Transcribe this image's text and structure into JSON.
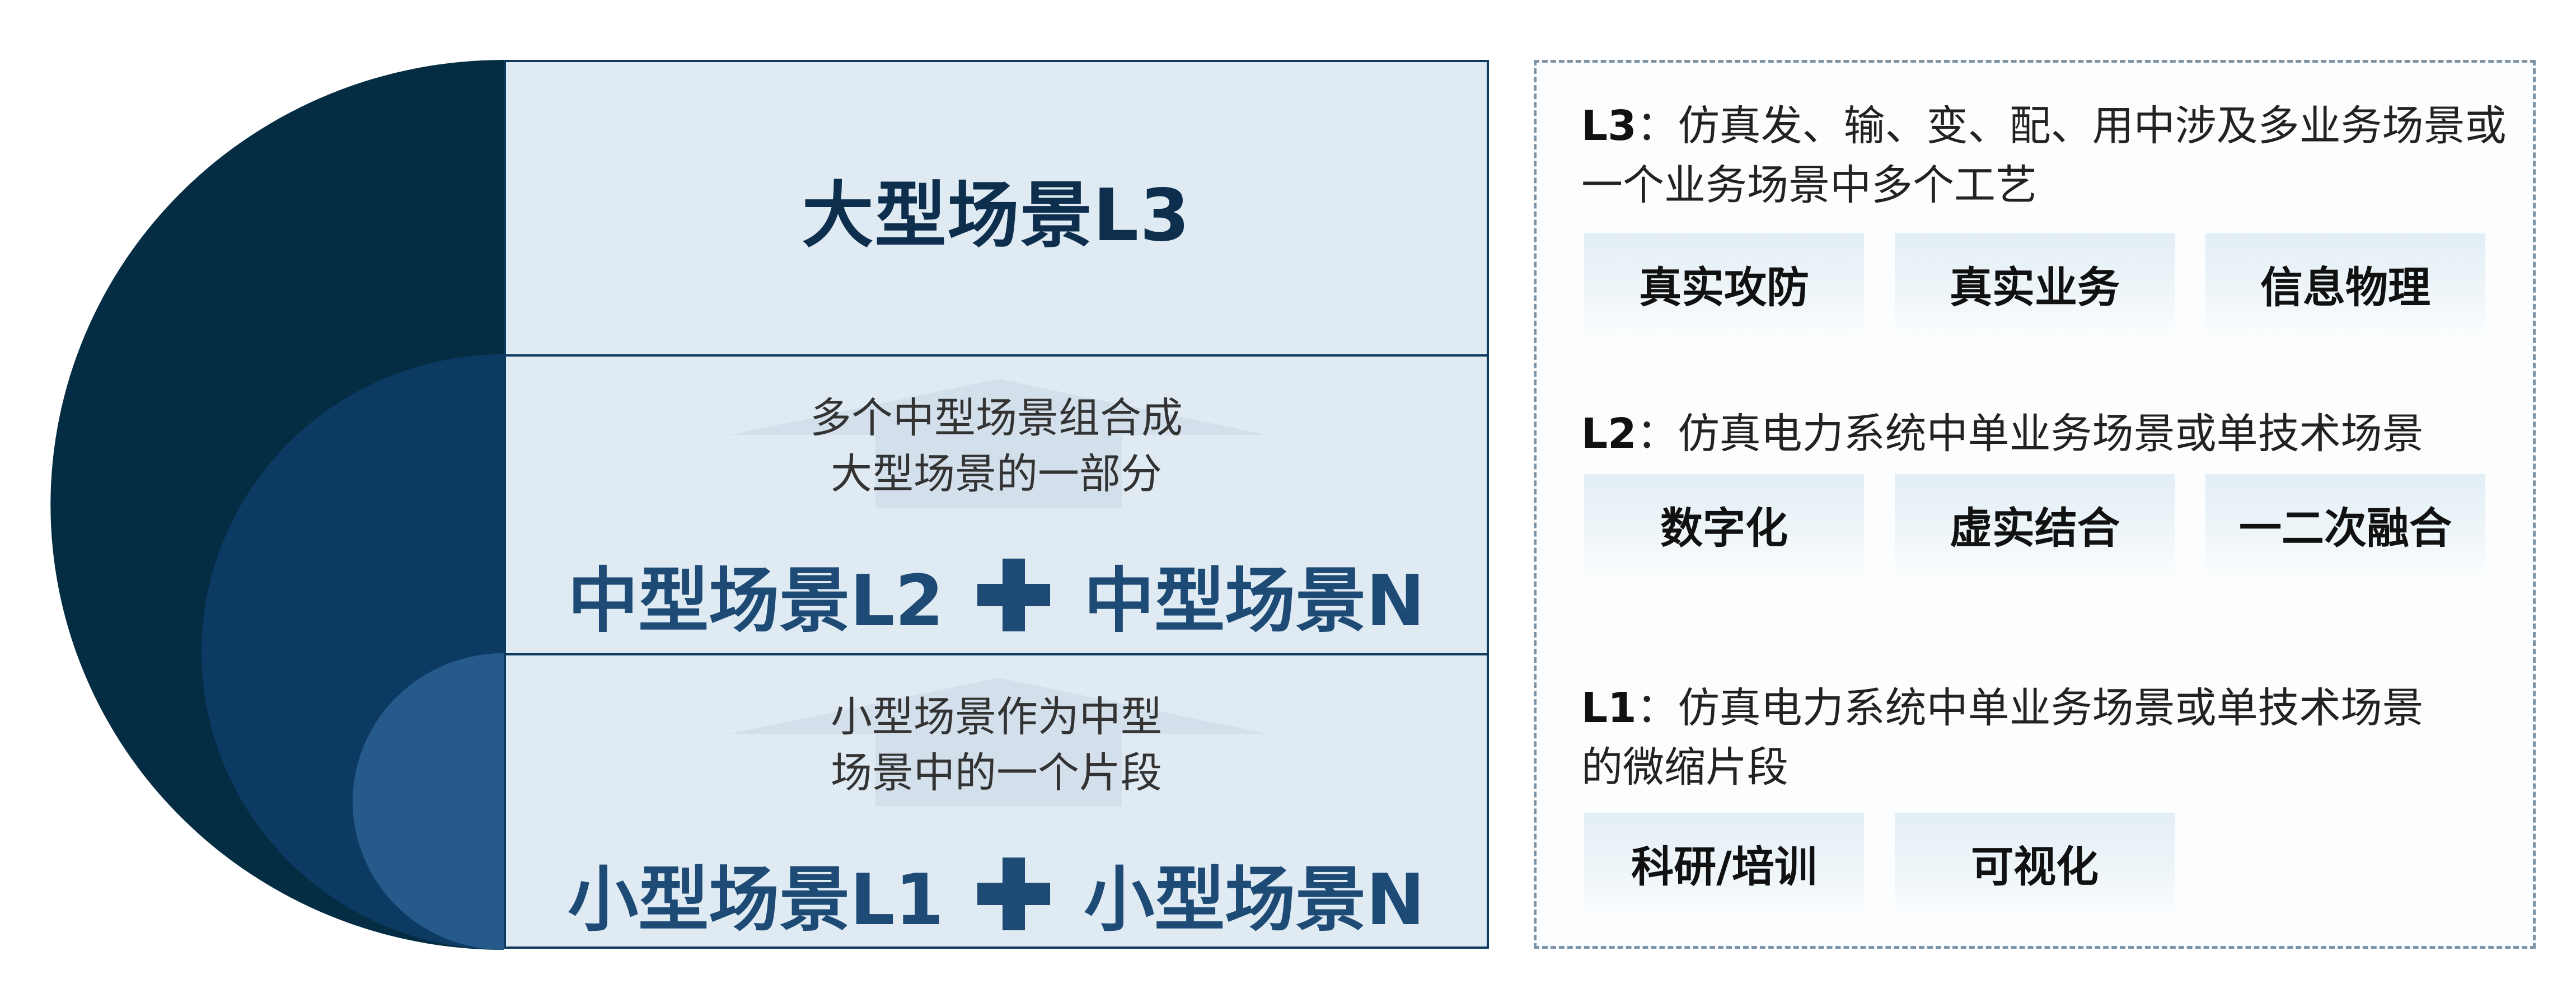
{
  "pyramid": {
    "large": {
      "title": "大型场景L3"
    },
    "mid": {
      "desc_line1": "多个中型场景组合成",
      "desc_line2": "大型场景的一部分",
      "left": "中型场景L2",
      "right": "中型场景N"
    },
    "small": {
      "desc_line1": "小型场景作为中型",
      "desc_line2": "场景中的一个片段",
      "left": "小型场景L1",
      "right": "小型场景N"
    }
  },
  "panel": {
    "l3": {
      "label": "L3",
      "sep": "：",
      "text_line1": "仿真发、输、变、配、用中涉及多业务场景或",
      "text_line2": "一个业务场景中多个工艺",
      "tags": [
        "真实攻防",
        "真实业务",
        "信息物理"
      ]
    },
    "l2": {
      "label": "L2",
      "sep": "：",
      "text_line1": "仿真电力系统中单业务场景或单技术场景",
      "tags": [
        "数字化",
        "虚实结合",
        "一二次融合"
      ]
    },
    "l1": {
      "label": "L1",
      "sep": "：",
      "text_line1": "仿真电力系统中单业务场景或单技术场景",
      "text_line2": "的微缩片段",
      "tags": [
        "科研/培训",
        "可视化"
      ]
    }
  },
  "colors": {
    "arc_outer": "#042d44",
    "arc_middle": "#0d3a62",
    "arc_inner": "#255a8a",
    "tier_fill": "#dfeaf3",
    "tier_border": "#0d3a5e",
    "title_text": "#0d2f4d",
    "combo_text": "#1d4b75",
    "panel_border": "#7d93a6"
  },
  "icons": {
    "plus": "plus-icon",
    "up_arrow": "up-arrow-icon"
  }
}
